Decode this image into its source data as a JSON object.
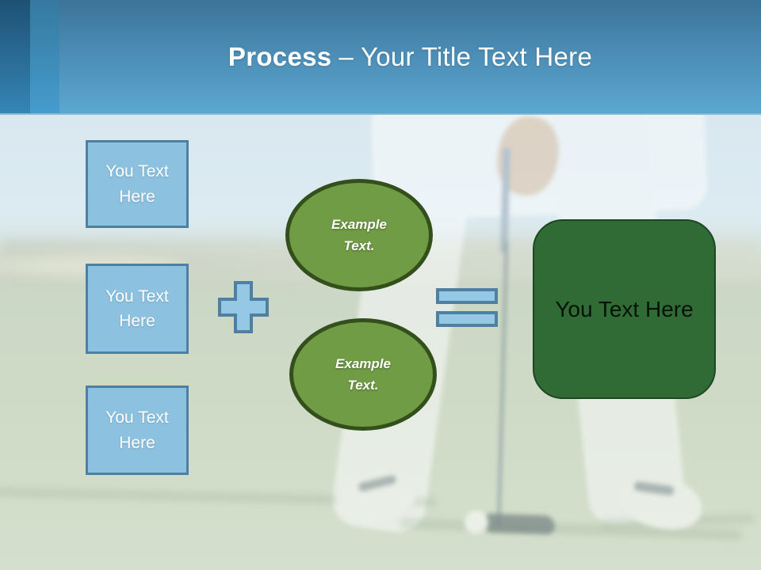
{
  "slide": {
    "title": {
      "bold": "Process",
      "rest": "– Your Title Text Here"
    },
    "left_boxes": [
      {
        "label": "You Text Here"
      },
      {
        "label": "You Text Here"
      },
      {
        "label": "You Text Here"
      }
    ],
    "operators": {
      "plus_icon": "plus-icon",
      "equals_icon": "equals-icon"
    },
    "circles": [
      {
        "label": "Example Text."
      },
      {
        "label": "Example Text."
      }
    ],
    "result_box": {
      "label": "You Text Here"
    },
    "background_photo_alt": "Faded photo of a golfer putting a ball on a green",
    "colors": {
      "header_top": "#3c7398",
      "header_bottom": "#5ba7d2",
      "accent_stripe_dark": "#1e5174",
      "accent_stripe_mid": "#35799f",
      "title_text": "#ffffff",
      "box_fill": "#8cc1df",
      "box_border": "#4e80a2",
      "box_text": "#ffffff",
      "operator_fill": "#95c8e4",
      "operator_border": "#4e80a2",
      "circle_fill": "#6f9c44",
      "circle_border": "#324f1c",
      "circle_text": "#ffffff",
      "result_fill": "#306b36",
      "result_border": "#1d4723",
      "result_text": "#071207",
      "sky": "#d9e8f0",
      "grass": "#cfdac7"
    }
  }
}
